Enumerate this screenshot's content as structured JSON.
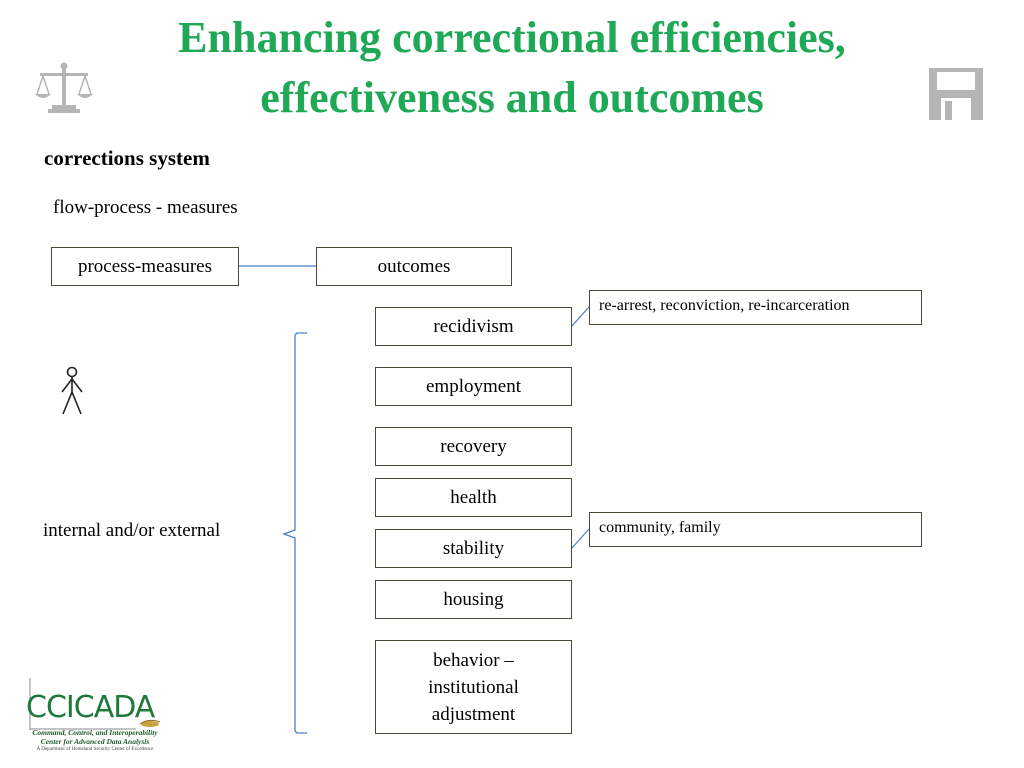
{
  "title": {
    "line1": "Enhancing correctional efficiencies,",
    "line2": "effectiveness and outcomes"
  },
  "heading": "corrections system",
  "subheading": "flow-process - measures",
  "side_label": "internal and/or external",
  "flow": {
    "process_measures": "process-measures",
    "outcomes": "outcomes"
  },
  "outcome_items": [
    "recidivism",
    "employment",
    "recovery",
    "health",
    "stability",
    "housing",
    "behavior – institutional adjustment"
  ],
  "notes": {
    "recidivism_detail": "re-arrest, reconviction, re-incarceration",
    "stability_detail": "community, family"
  },
  "logo": {
    "letters": "CCICADA",
    "tagline_line1": "Command, Control, and Interoperability",
    "tagline_line2": "Center for Advanced Data Analysis",
    "subline": "A Department of Homeland Security Center of Excellence"
  },
  "icons": [
    "scales-of-justice-icon",
    "save-disk-icon",
    "person-stick-figure-icon"
  ],
  "colors": {
    "title": "#1fa855",
    "connector": "#4a7fc1",
    "box_border": "#4a4a3a",
    "icon_gray": "#b5b5b5"
  }
}
